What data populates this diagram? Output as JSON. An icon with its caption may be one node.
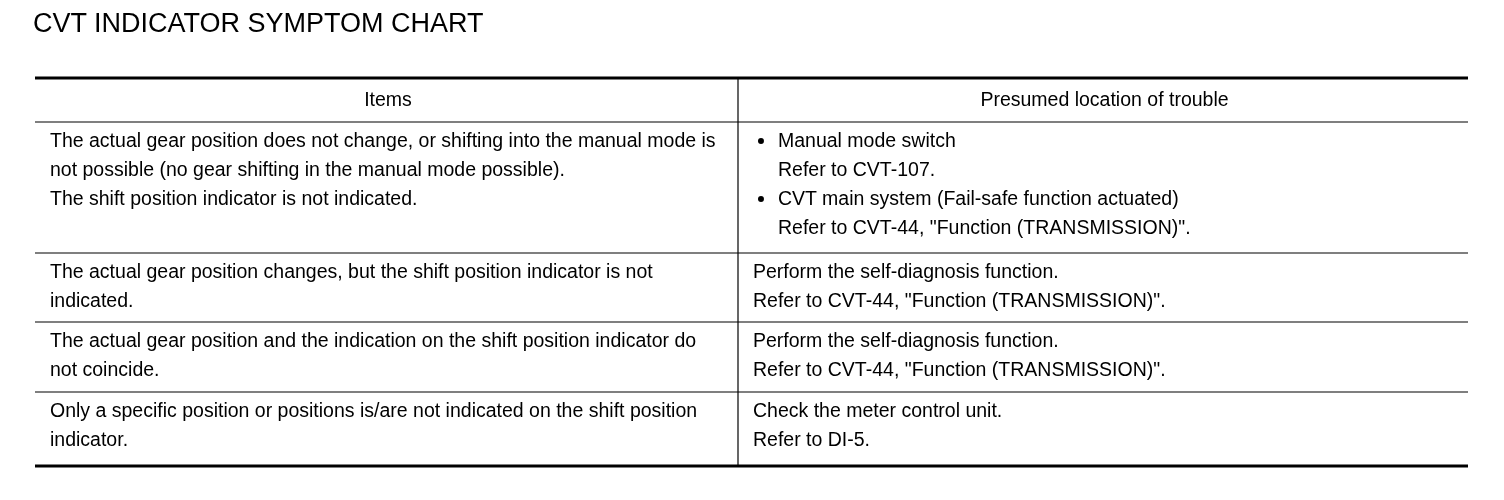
{
  "diagram": {
    "title": "CVT INDICATOR SYMPTOM CHART",
    "labels": [
      "Items",
      "Presumed location of trouble",
      "The actual gear position does not change, or shifting into the manual mode is not possible (no gear shifting in the manual mode possible).",
      "The shift position indicator is not indicated.",
      "Manual mode switch",
      "Refer to CVT-107.",
      "CVT main system (Fail-safe function actuated)",
      "Refer to CVT-44, \"Function (TRANSMISSION)\".",
      "The actual gear position changes, but the shift position indicator is not indicated.",
      "Perform the self-diagnosis function.",
      "Refer to CVT-44, \"Function (TRANSMISSION)\".",
      "The actual gear position and the indication on the shift position indicator do not coincide.",
      "Perform the self-diagnosis function.",
      "Refer to CVT-44, \"Function (TRANSMISSION)\".",
      "Only a specific position or positions is/are not indicated on the shift position indicator.",
      "Check the meter control unit.",
      "Refer to DI-5."
    ]
  }
}
